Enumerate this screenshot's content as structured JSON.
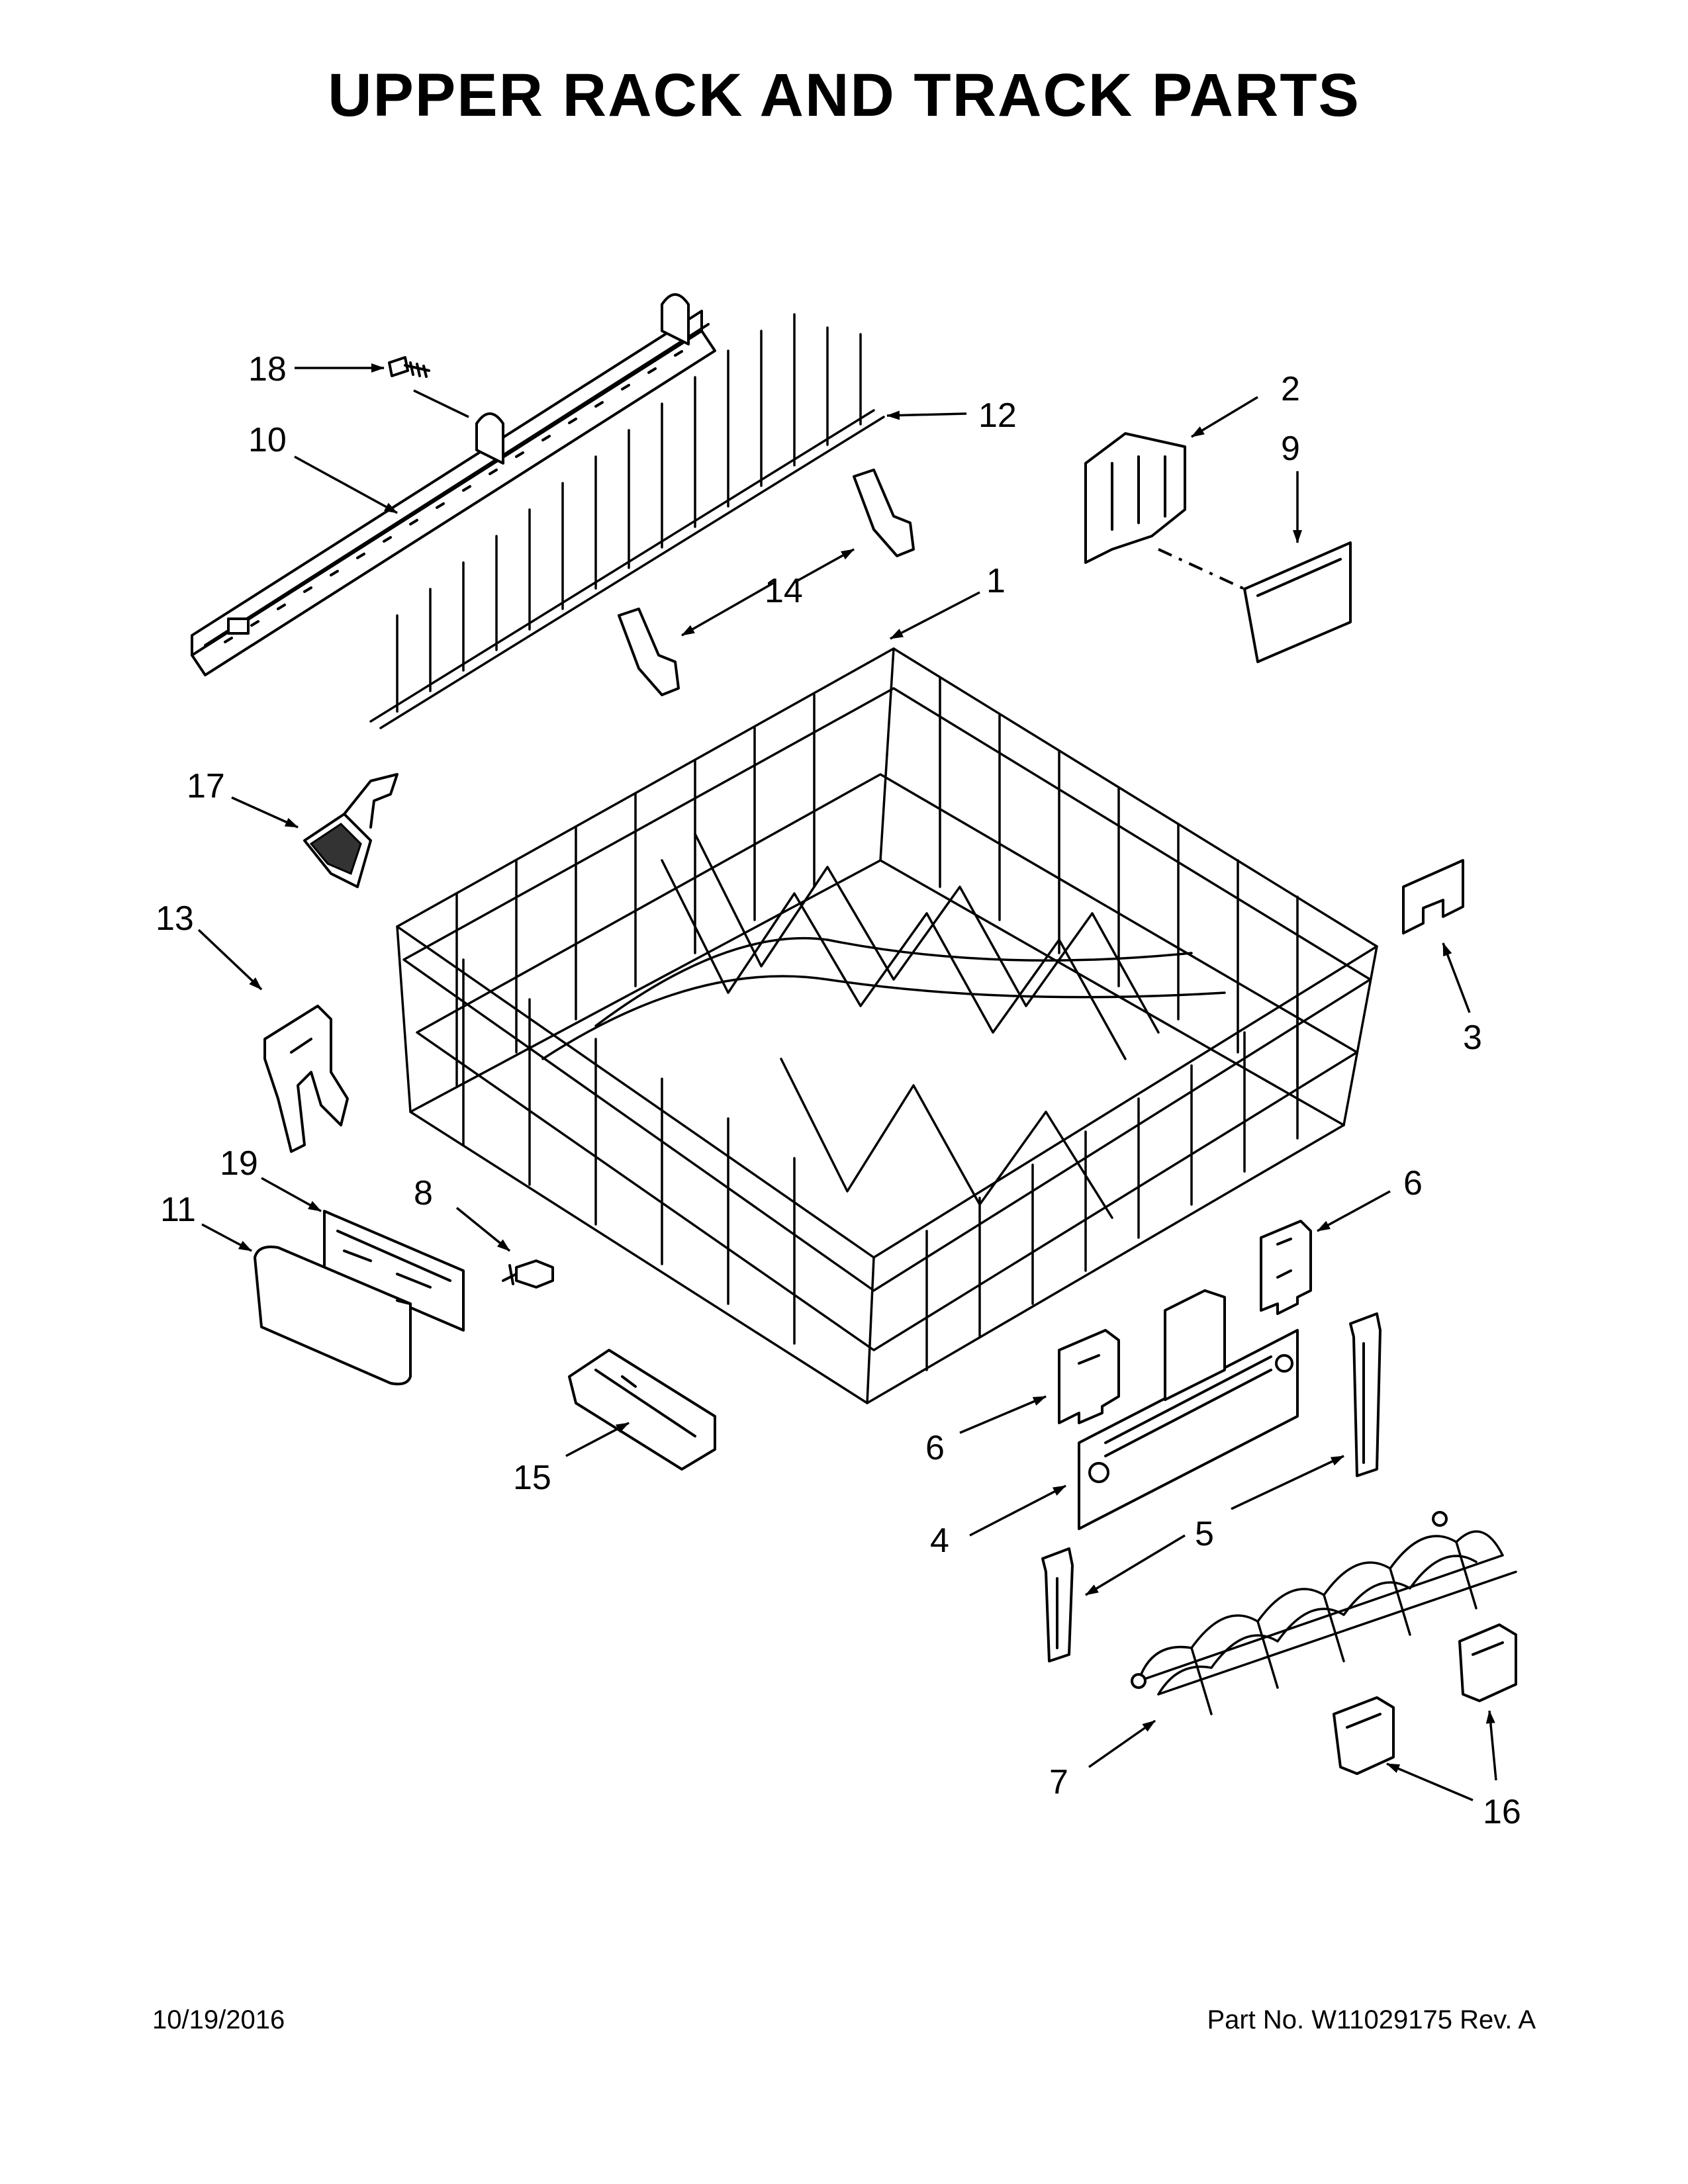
{
  "title": "UPPER RACK AND TRACK PARTS",
  "footer": {
    "date": "10/19/2016",
    "part_number": "Part No.  W11029175  Rev.  A"
  },
  "callouts": {
    "c1": "1",
    "c2": "2",
    "c3": "3",
    "c4": "4",
    "c5": "5",
    "c6a": "6",
    "c6b": "6",
    "c7": "7",
    "c8": "8",
    "c9": "9",
    "c10": "10",
    "c11": "11",
    "c12": "12",
    "c13": "13",
    "c14": "14",
    "c15": "15",
    "c16": "16",
    "c17": "17",
    "c18": "18",
    "c19": "19"
  },
  "icons": {
    "arrowhead": "arrowhead-icon"
  }
}
